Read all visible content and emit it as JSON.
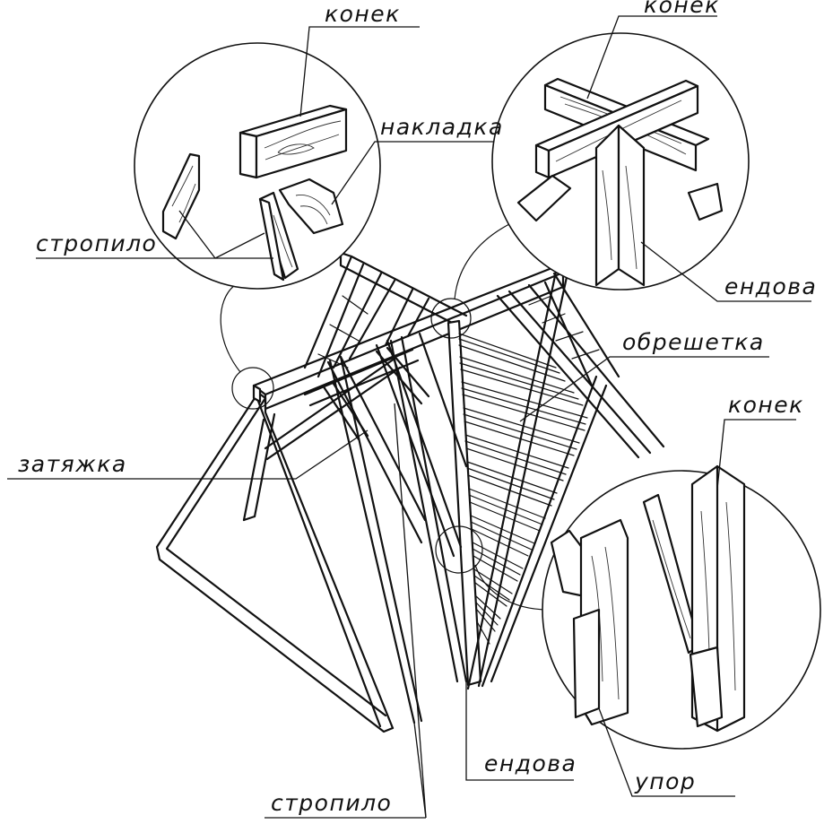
{
  "labels": {
    "konek_top_left": "конек",
    "konek_top_right": "конек",
    "konek_bottom_right": "конек",
    "nakladka": "накладка",
    "stropilo_left": "стропило",
    "endova_right": "ендова",
    "obreshetka": "обрешетка",
    "zatyazhka": "затяжка",
    "endova_bottom": "ендова",
    "upor": "упор",
    "stropilo_bottom": "стропило"
  },
  "colors": {
    "line": "#111111",
    "background": "#ffffff"
  }
}
